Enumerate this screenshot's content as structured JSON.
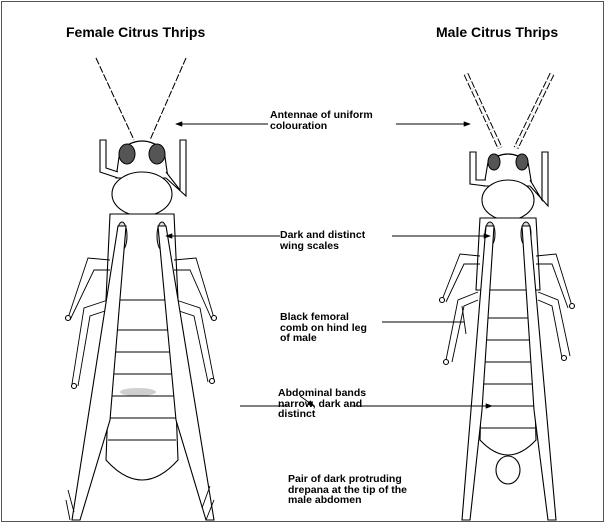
{
  "titles": {
    "female": "Female Citrus Thrips",
    "male": "Male Citrus Thrips"
  },
  "labels": {
    "antennae": "Antennae of uniform\ncolouration",
    "wing_scales": "Dark and distinct\nwing scales",
    "femoral_comb": "Black femoral\ncomb on hind leg\nof male",
    "abdominal_bands": "Abdominal bands\nnarrow, dark and\ndistinct",
    "drepana": "Pair of dark protruding\ndrepana at the tip of the\nmale abdomen"
  },
  "colors": {
    "line": "#000000",
    "band_shade": "#cfcfcf",
    "frame": "#555555"
  }
}
